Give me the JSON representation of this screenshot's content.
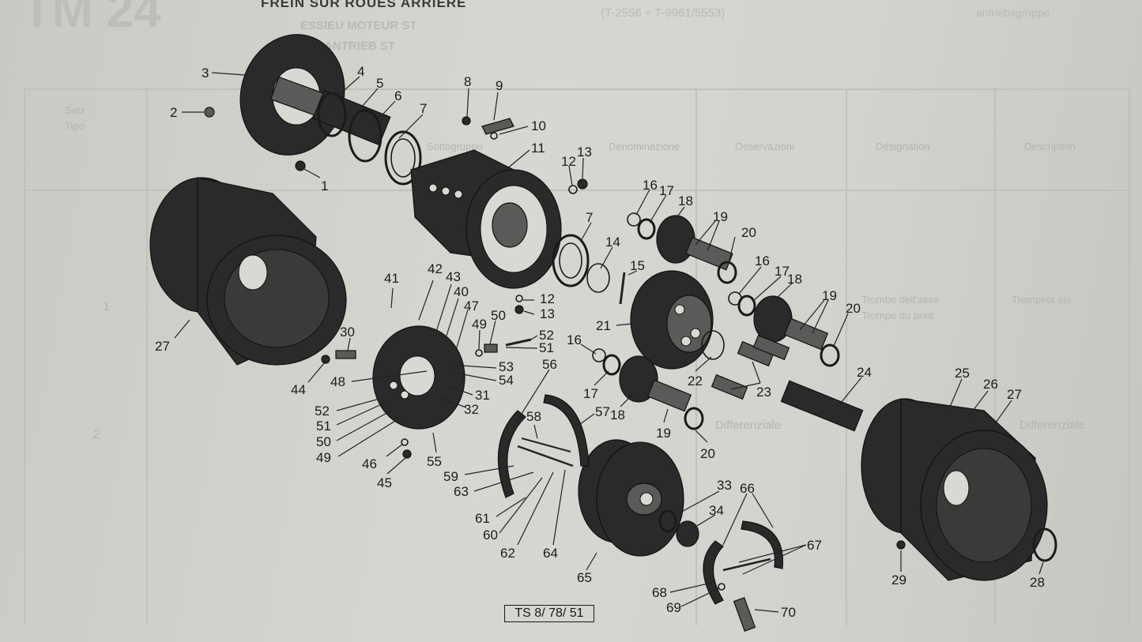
{
  "header": {
    "ghost_title": "TM 24",
    "ghost_subtitle_1": "ESSIEU MOTEUR ST",
    "ghost_subtitle_2": "ANTRIEB ST",
    "ghost_code": "(T-2556 ÷ T-9961/5553)",
    "ghost_right": "antriebsgruppe",
    "section_title": "FREIN SUR ROUES ARRIERE"
  },
  "ghost_table": {
    "col_headers": [
      "Satz",
      "Tipo",
      "Sottogruppo",
      "Denominazione",
      "Osservazioni",
      "Désignation",
      "Description"
    ],
    "row_1": [
      "1",
      "Trombe dell'asse",
      "Trompe du pont",
      "Trompeta eje"
    ],
    "row_2": [
      "2",
      "Differenziale",
      "Differenziale"
    ]
  },
  "callouts": [
    {
      "n": "1"
    },
    {
      "n": "2"
    },
    {
      "n": "3"
    },
    {
      "n": "4"
    },
    {
      "n": "5"
    },
    {
      "n": "6"
    },
    {
      "n": "7"
    },
    {
      "n": "8"
    },
    {
      "n": "9"
    },
    {
      "n": "10"
    },
    {
      "n": "11"
    },
    {
      "n": "12"
    },
    {
      "n": "13"
    },
    {
      "n": "7"
    },
    {
      "n": "14"
    },
    {
      "n": "15"
    },
    {
      "n": "16"
    },
    {
      "n": "17"
    },
    {
      "n": "18"
    },
    {
      "n": "19"
    },
    {
      "n": "20"
    },
    {
      "n": "16"
    },
    {
      "n": "17"
    },
    {
      "n": "18"
    },
    {
      "n": "19"
    },
    {
      "n": "20"
    },
    {
      "n": "21"
    },
    {
      "n": "22"
    },
    {
      "n": "23"
    },
    {
      "n": "24"
    },
    {
      "n": "16"
    },
    {
      "n": "17"
    },
    {
      "n": "18"
    },
    {
      "n": "19"
    },
    {
      "n": "20"
    },
    {
      "n": "27"
    },
    {
      "n": "41"
    },
    {
      "n": "42"
    },
    {
      "n": "43"
    },
    {
      "n": "40"
    },
    {
      "n": "47"
    },
    {
      "n": "49"
    },
    {
      "n": "50"
    },
    {
      "n": "12"
    },
    {
      "n": "13"
    },
    {
      "n": "52"
    },
    {
      "n": "51"
    },
    {
      "n": "30"
    },
    {
      "n": "44"
    },
    {
      "n": "48"
    },
    {
      "n": "53"
    },
    {
      "n": "54"
    },
    {
      "n": "31"
    },
    {
      "n": "32"
    },
    {
      "n": "52"
    },
    {
      "n": "51"
    },
    {
      "n": "50"
    },
    {
      "n": "49"
    },
    {
      "n": "46"
    },
    {
      "n": "45"
    },
    {
      "n": "55"
    },
    {
      "n": "56"
    },
    {
      "n": "57"
    },
    {
      "n": "58"
    },
    {
      "n": "59"
    },
    {
      "n": "63"
    },
    {
      "n": "61"
    },
    {
      "n": "60"
    },
    {
      "n": "62"
    },
    {
      "n": "64"
    },
    {
      "n": "65"
    },
    {
      "n": "33"
    },
    {
      "n": "34"
    },
    {
      "n": "66"
    },
    {
      "n": "67"
    },
    {
      "n": "68"
    },
    {
      "n": "69"
    },
    {
      "n": "70"
    },
    {
      "n": "25"
    },
    {
      "n": "26"
    },
    {
      "n": "27"
    },
    {
      "n": "29"
    },
    {
      "n": "28"
    }
  ],
  "footer": {
    "reference": "TS 8/ 78/ 51"
  },
  "colors": {
    "ink": "#1b1b1b",
    "paper": "#d2d3cd"
  }
}
